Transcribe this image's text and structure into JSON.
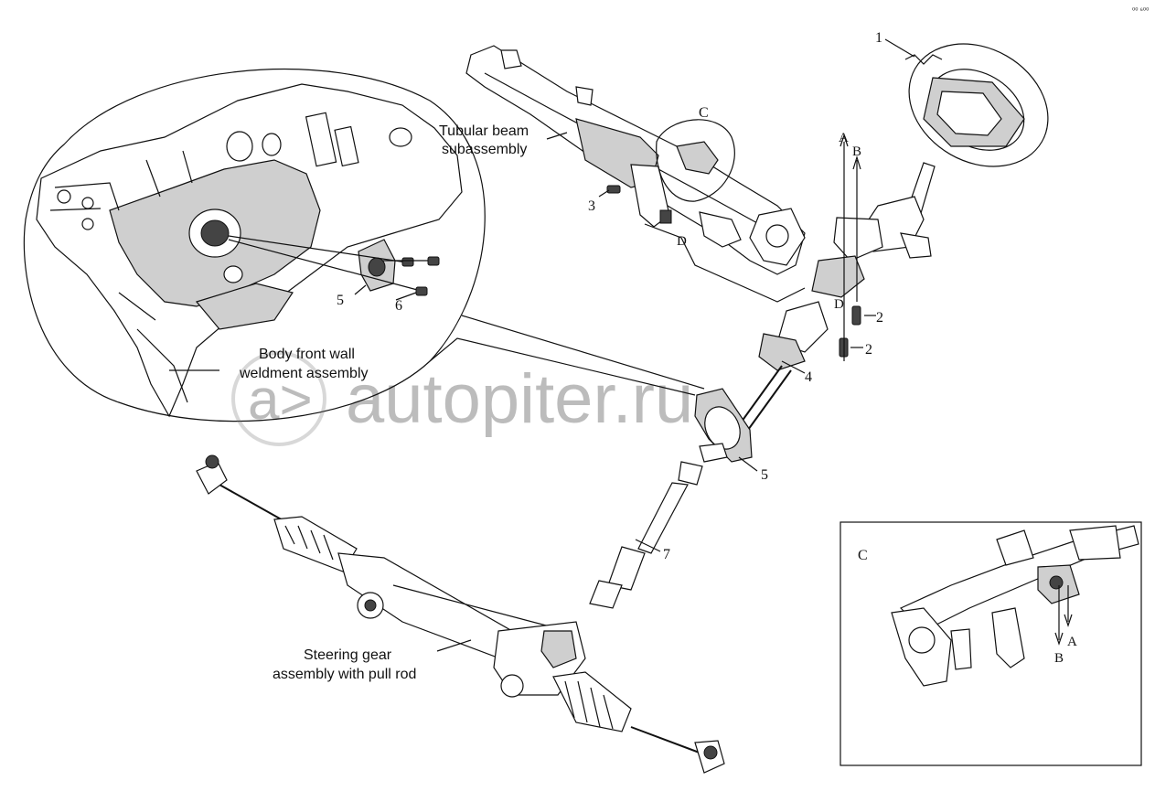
{
  "watermark": "autopiter.ru",
  "corner_mark": "⁰⁰ ⁶⁰⁰",
  "part_numbers": {
    "p1": "1",
    "p2a": "2",
    "p2b": "2",
    "p3": "3",
    "p4": "4",
    "p5_main": "5",
    "p5_detail": "5",
    "p6": "6",
    "p7": "7"
  },
  "view_letters": {
    "c_circle": "C",
    "c_box": "C",
    "a_top": "A",
    "b_top": "B",
    "d_top": "D",
    "d_beam": "D",
    "a_box": "A",
    "b_box": "B"
  },
  "labels": {
    "tubular_beam_l1": "Tubular beam",
    "tubular_beam_l2": "subassembly",
    "body_front_l1": "Body front wall",
    "body_front_l2": "weldment assembly",
    "steering_gear_l1": "Steering gear",
    "steering_gear_l2": "assembly with pull rod"
  }
}
